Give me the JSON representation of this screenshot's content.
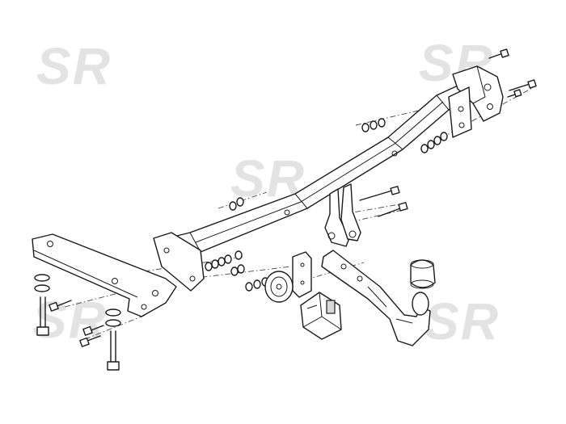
{
  "watermarks": [
    {
      "id": "watermark-top-left",
      "text": "SR"
    },
    {
      "id": "watermark-top-right",
      "text": "SR"
    },
    {
      "id": "watermark-center",
      "text": "SR"
    },
    {
      "id": "watermark-bottom-left",
      "text": "SR"
    },
    {
      "id": "watermark-bottom-right",
      "text": "SR"
    }
  ],
  "colors": {
    "line": "#1a1a1a",
    "watermark": "#e3e3e3",
    "background": "#ffffff"
  },
  "parts": [
    "crossbar",
    "left-bracket",
    "right-bracket",
    "center-mount",
    "tow-ball-neck",
    "tow-ball-cap",
    "socket-plate",
    "electrical-socket",
    "bolts",
    "washers",
    "nuts"
  ]
}
